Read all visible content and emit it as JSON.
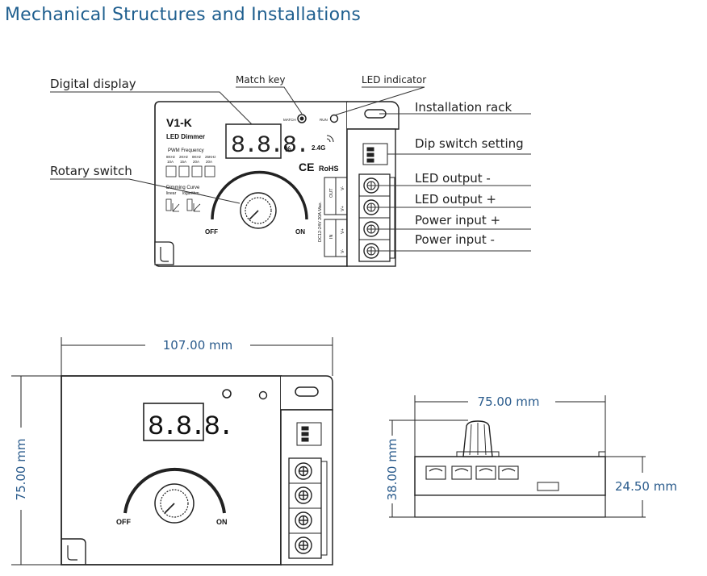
{
  "title": "Mechanical Structures and Installations",
  "callouts": {
    "digital_display": "Digital display",
    "match_key": "Match key",
    "led_indicator": "LED indicator",
    "rotary_switch": "Rotary switch",
    "installation_rack": "Installation rack",
    "dip_switch": "Dip switch setting",
    "led_output_minus": "LED output -",
    "led_output_plus": "LED output +",
    "power_input_plus": "Power input +",
    "power_input_minus": "Power input -"
  },
  "device": {
    "model": "V1-K",
    "subtitle": "LED Dimmer",
    "display_digits": "8.8.8.",
    "percent": "%",
    "wireless": "2.4G",
    "ce": "CE",
    "rohs": "RoHS",
    "match_label": "MATCH",
    "run_label": "RUN",
    "pwm_title": "PWM Frequency",
    "pwm_freqs": [
      "8KHz",
      "2KHz",
      "8KHz",
      "25KHz"
    ],
    "pwm_currents": [
      "10A",
      "15A",
      "20A",
      "20A"
    ],
    "curve_title": "Dimming Curve",
    "curve_linear": "linear",
    "curve_log": "logarithm",
    "off": "OFF",
    "on": "ON",
    "out_label": "OUT",
    "in_label": "IN",
    "v_minus": "V-",
    "v_plus": "V+",
    "rating": "DC12-24V  20A Max."
  },
  "dimensions": {
    "width": "107.00 mm",
    "height": "75.00 mm",
    "side_width": "75.00 mm",
    "side_height": "38.00 mm",
    "side_body_height": "24.50 mm"
  },
  "colors": {
    "title": "#1f5f8f",
    "dimension": "#2a5b8c",
    "display_digit": "#b81c2c"
  }
}
